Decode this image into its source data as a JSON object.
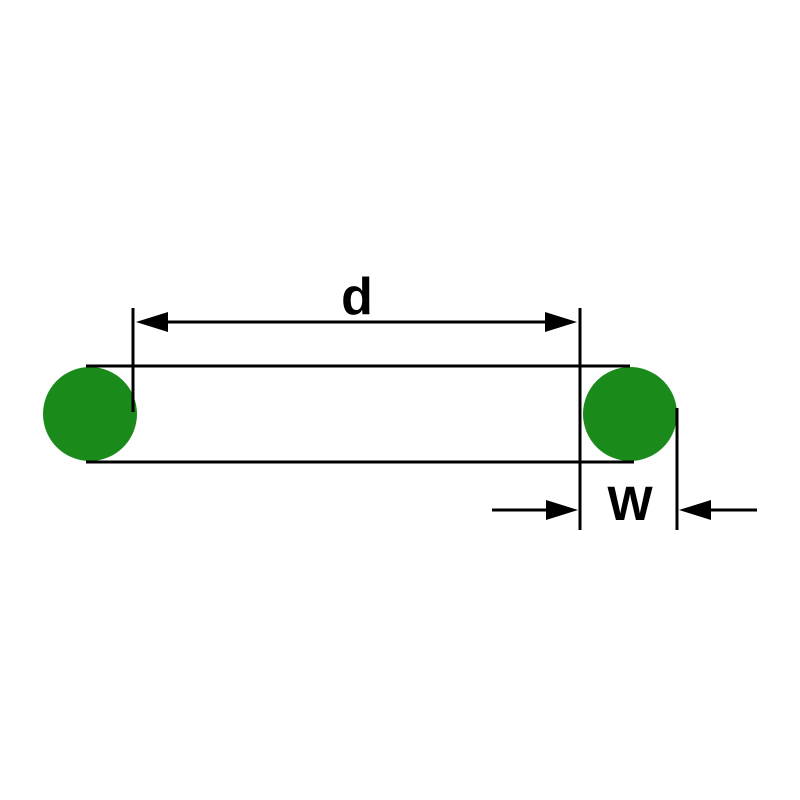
{
  "diagram": {
    "type": "o-ring-dimension-drawing",
    "labels": {
      "inner_diameter": "d",
      "cross_section_width": "W"
    },
    "colors": {
      "ring_fill": "#1a8a1a",
      "line": "#000000",
      "background": "#ffffff"
    }
  }
}
